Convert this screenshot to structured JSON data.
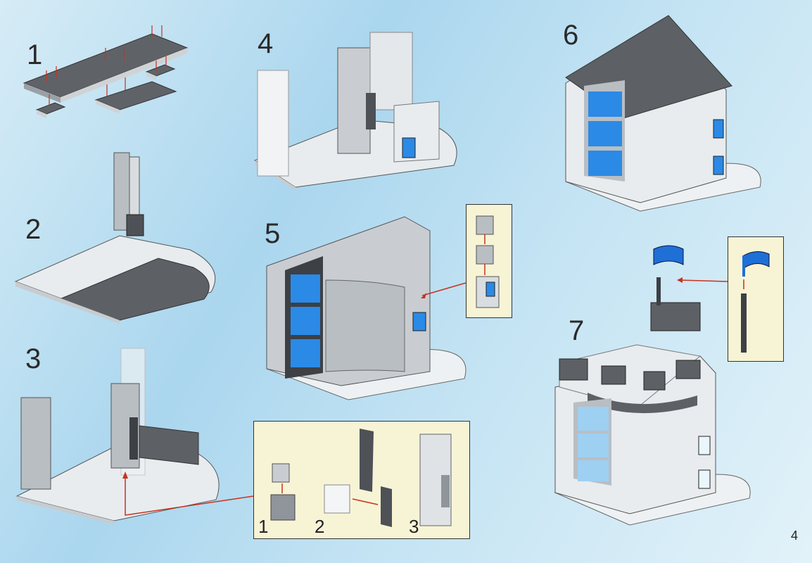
{
  "page_number": "4",
  "steps": [
    {
      "number": "1"
    },
    {
      "number": "2"
    },
    {
      "number": "3"
    },
    {
      "number": "4"
    },
    {
      "number": "5"
    },
    {
      "number": "6"
    },
    {
      "number": "7"
    }
  ],
  "callout_step3": {
    "substeps": [
      "1",
      "2",
      "3"
    ]
  },
  "colors": {
    "background": "#bfe0f2",
    "callout_bg": "#f7f4d6",
    "brick_light": "#e8ecef",
    "brick_gray": "#b9bec3",
    "brick_dark": "#5d6065",
    "window_blue": "#2b8ae6",
    "flag_blue": "#1e6fd6",
    "arrow_red": "#c8321e"
  }
}
